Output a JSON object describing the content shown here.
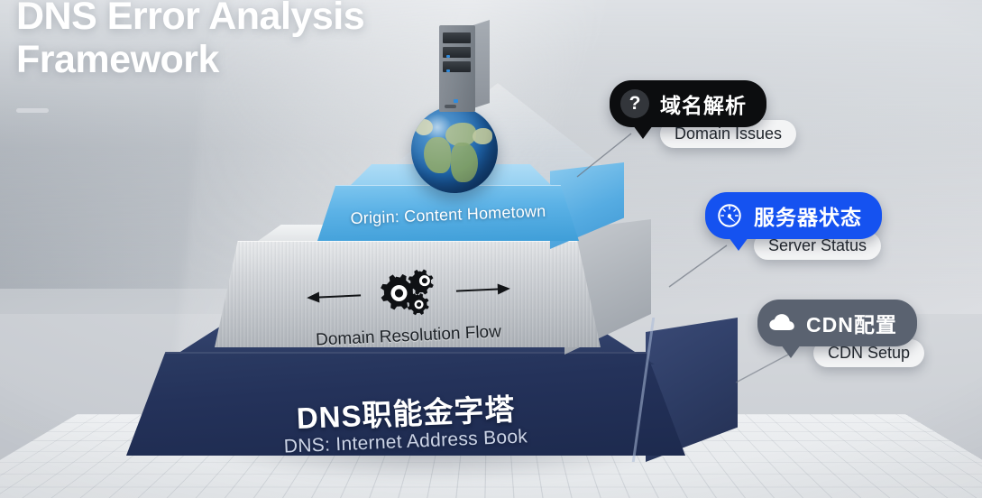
{
  "header": {
    "title_line1": "DNS Error Analysis",
    "title_line2": "Framework"
  },
  "pyramid": {
    "top_layer": {
      "label": "Origin: Content Hometown",
      "color": "#5cb2e6"
    },
    "middle_layer": {
      "label": "Domain Resolution Flow",
      "color": "#c4c8cd",
      "left_arrow_icon": "arrow-left-icon",
      "gears_icon": "gears-icon",
      "right_arrow_icon": "arrow-right-icon"
    },
    "base_layer": {
      "label_cn": "DNS职能金字塔",
      "label_en": "DNS: Internet Address Book",
      "color": "#24325a"
    },
    "apex": {
      "globe_icon": "globe-icon",
      "server_icon": "server-tower-icon"
    }
  },
  "callouts": [
    {
      "id": "domain-issues",
      "icon": "question-mark-icon",
      "title_cn": "域名解析",
      "subtitle_en": "Domain Issues",
      "color": "#0c0d0f"
    },
    {
      "id": "server-status",
      "icon": "gauge-icon",
      "title_cn": "服务器状态",
      "subtitle_en": "Server Status",
      "color": "#1552f0"
    },
    {
      "id": "cdn-setup",
      "icon": "cloud-icon",
      "title_cn": "CDN配置",
      "subtitle_en": "CDN Setup",
      "color": "#5a6270"
    }
  ]
}
